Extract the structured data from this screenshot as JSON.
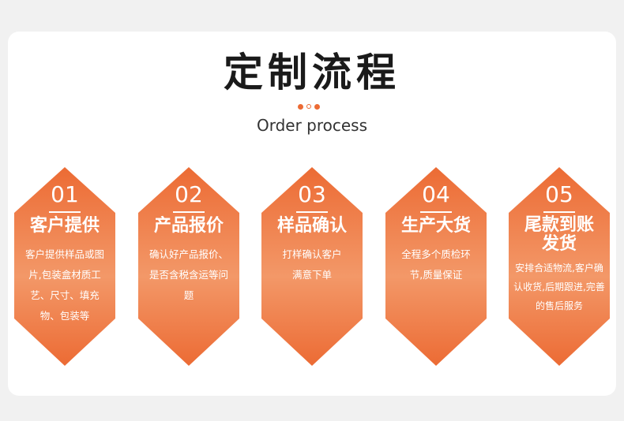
{
  "header": {
    "title": "定制流程",
    "subtitle": "Order process"
  },
  "colors": {
    "accent": "#ec6b34",
    "accent_light": "#f39868",
    "background": "#f1f1f1",
    "card": "#ffffff"
  },
  "steps": [
    {
      "number": "01",
      "title": "客户提供",
      "desc": "客户提供样品或图片,包装盒材质工艺、尺寸、填充物、包装等"
    },
    {
      "number": "02",
      "title": "产品报价",
      "desc": "确认好产品报价、是否含税含运等问题"
    },
    {
      "number": "03",
      "title": "样品确认",
      "desc": "打样确认客户满意下单"
    },
    {
      "number": "04",
      "title": "生产大货",
      "desc": "全程多个质检环节,质量保证"
    },
    {
      "number": "05",
      "title": "尾款到账发货",
      "desc": "安排合适物流,客户确认收货,后期跟进,完善的售后服务"
    }
  ]
}
